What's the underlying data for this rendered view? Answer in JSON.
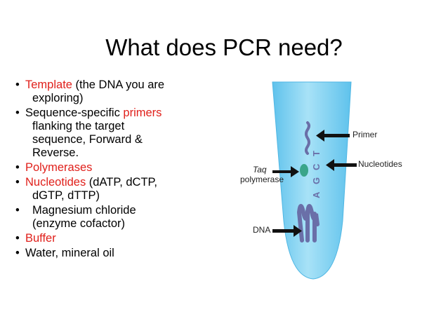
{
  "title": "What does PCR need?",
  "bullets": [
    {
      "red": "Template",
      "rest": " (the DNA you are",
      "cont": [
        "exploring)"
      ]
    },
    {
      "pre": "Sequence-specific ",
      "red": "primers",
      "cont": [
        "flanking the target",
        "sequence, Forward &",
        "Reverse."
      ]
    },
    {
      "red": "Polymerases"
    },
    {
      "red": "Nucleotides",
      "rest": " (dATP, dCTP,",
      "cont": [
        "dGTP, dTTP)"
      ]
    },
    {
      "pre": "Magnesium chloride",
      "cont": [
        "(enzyme cofactor)"
      ]
    },
    {
      "red": "Buffer"
    },
    {
      "pre": "Water, mineral oil"
    }
  ],
  "figure": {
    "labels": {
      "primer": "Primer",
      "nucleotides": "Nucleotides",
      "taq": "Taq",
      "polymerase": "polymerase",
      "dna": "DNA"
    },
    "letters": [
      "A",
      "G",
      "C",
      "T"
    ],
    "colors": {
      "tube": "#7fd0f0",
      "dna": "#6a6fa8",
      "polymerase": "#3aa58a",
      "arrow": "#111111"
    }
  }
}
